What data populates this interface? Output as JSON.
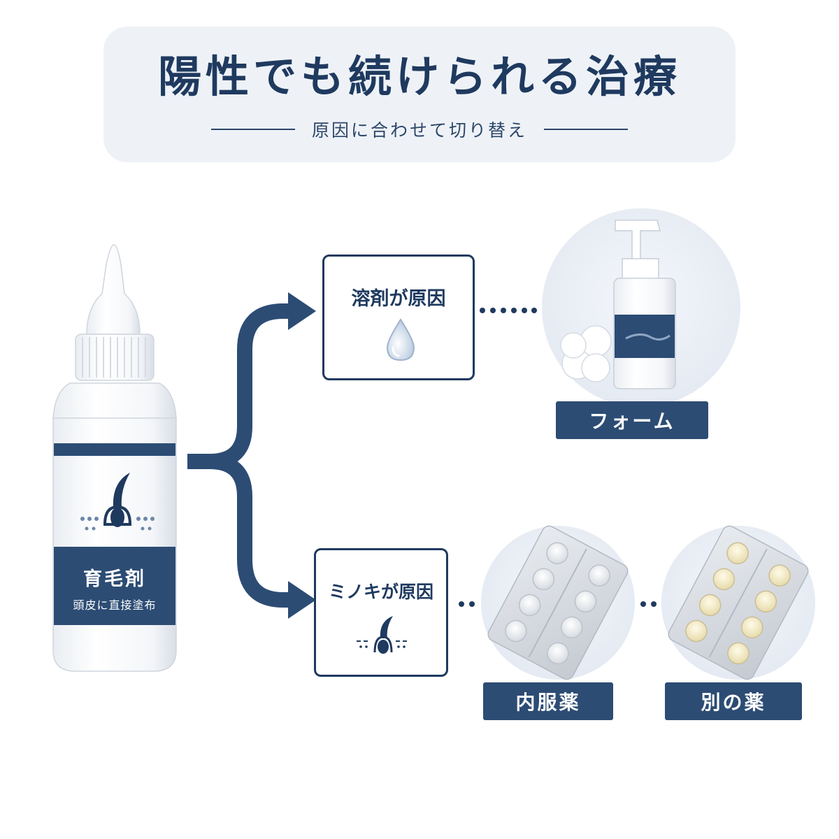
{
  "header": {
    "title": "陽性でも続けられる治療",
    "subtitle": "原因に合わせて切り替え"
  },
  "source_product": {
    "name": "育毛剤",
    "description": "頭皮に直接塗布"
  },
  "causes": [
    {
      "label": "溶剤が原因",
      "icon": "water-drop-icon"
    },
    {
      "label": "ミノキが原因",
      "icon": "hair-follicle-icon"
    }
  ],
  "alternatives": [
    {
      "label": "フォーム",
      "icon": "foam-pump-bottle-icon"
    },
    {
      "label": "内服薬",
      "icon": "white-pill-blister-icon"
    },
    {
      "label": "別の薬",
      "icon": "cream-pill-blister-icon"
    }
  ],
  "colors": {
    "navy": "#1f3a5f",
    "label_bg": "#2c4c74",
    "header_bg": "#eef2f7"
  }
}
